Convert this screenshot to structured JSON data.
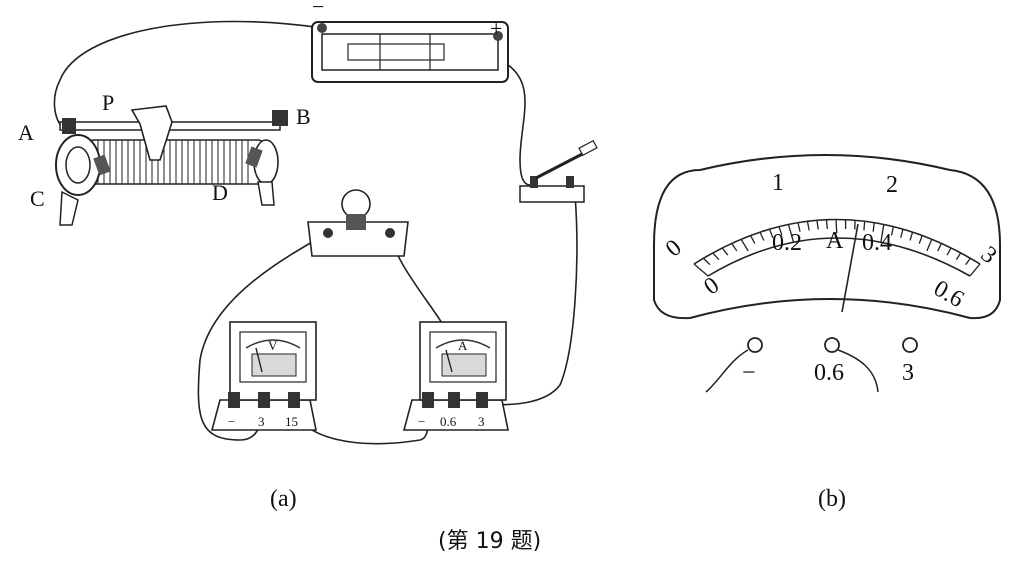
{
  "figure_a": {
    "caption": "(a)",
    "battery": {
      "neg": "−",
      "pos": "+"
    },
    "rheostat": {
      "p": "P",
      "a": "A",
      "b": "B",
      "c": "C",
      "d": "D"
    },
    "voltmeter": {
      "symbol": "V",
      "terminals": [
        "−",
        "3",
        "15"
      ]
    },
    "ammeter": {
      "symbol": "A",
      "terminals": [
        "−",
        "0.6",
        "3"
      ]
    }
  },
  "figure_b": {
    "caption": "(b)",
    "symbol": "A",
    "upper_scale": [
      "0",
      "1",
      "2",
      "3"
    ],
    "lower_scale": [
      "0",
      "0.2",
      "0.4",
      "0.6"
    ],
    "terminals": [
      "−",
      "0.6",
      "3"
    ]
  },
  "problem_caption": "(第 19 题)"
}
